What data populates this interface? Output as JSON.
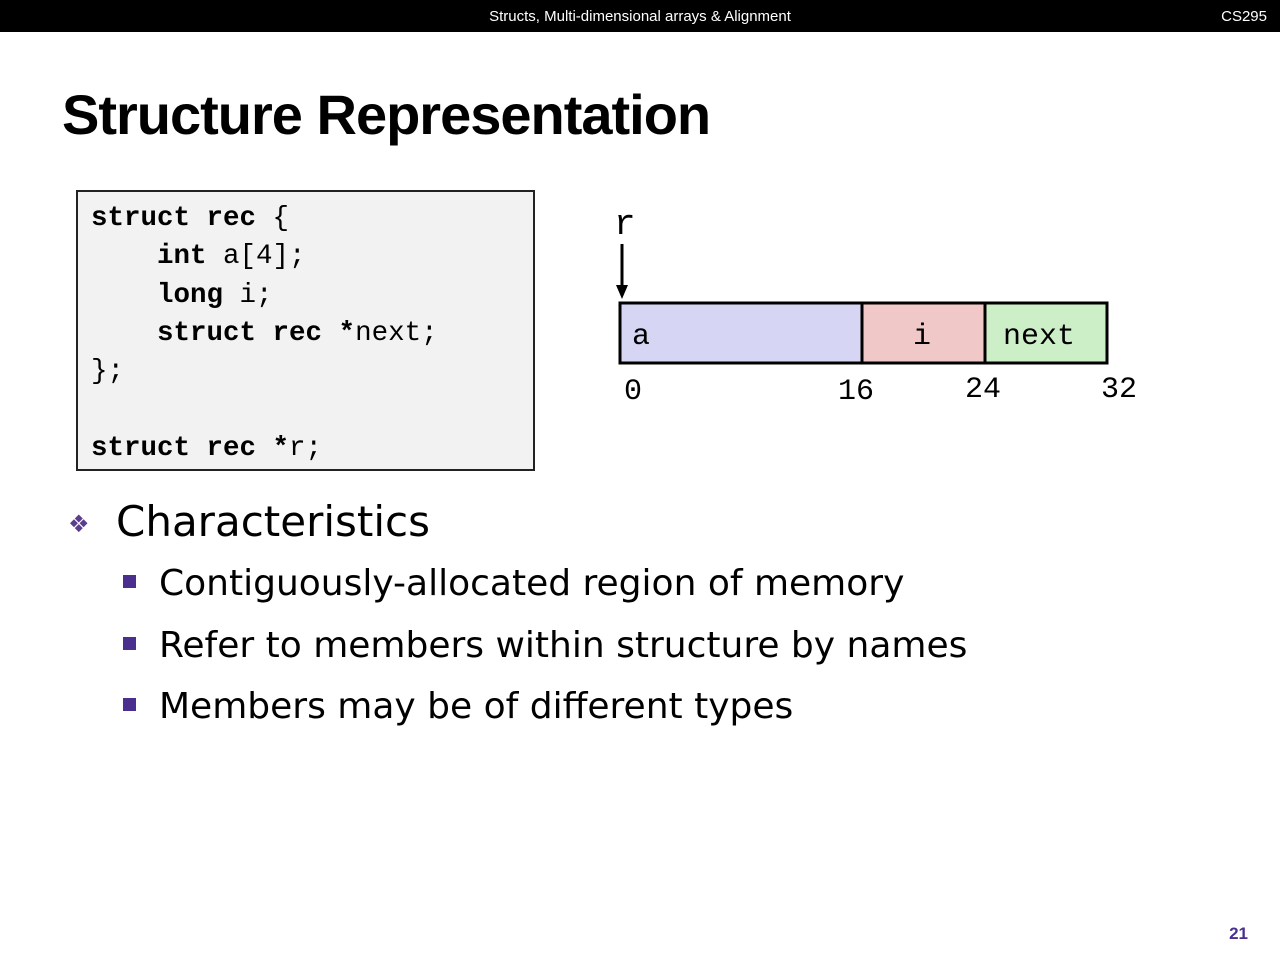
{
  "header": {
    "center_title": "Structs, Multi-dimensional arrays & Alignment",
    "course": "CS295"
  },
  "slide": {
    "title": "Structure Representation",
    "page_number": "21"
  },
  "code": {
    "line1": {
      "kw": "struct rec ",
      "rest": "{"
    },
    "line2": {
      "indent": "    ",
      "kw": "int ",
      "rest": "a[4];"
    },
    "line3": {
      "indent": "    ",
      "kw": "long ",
      "rest": "i;"
    },
    "line4": {
      "indent": "    ",
      "kw": "struct rec *",
      "rest": "next;"
    },
    "line5": {
      "rest": "};"
    },
    "line6": {
      "kw": "struct rec *",
      "rest": "r;"
    }
  },
  "diagram": {
    "pointer_label": "r",
    "fields": [
      {
        "name": "a",
        "color": "#d6d6f4"
      },
      {
        "name": "i",
        "color": "#f0c8c8"
      },
      {
        "name": "next",
        "color": "#cdefc8"
      }
    ],
    "offsets": [
      "0",
      "16",
      "24",
      "32"
    ]
  },
  "bullets": {
    "heading": "Characteristics",
    "items": [
      "Contiguously-allocated region of memory",
      "Refer to members within structure by names",
      "Members may be of different types"
    ]
  },
  "colors": {
    "topbar_bg": "#000000",
    "bullet_accent": "#4b2f8f",
    "code_bg": "#f2f2f2"
  }
}
